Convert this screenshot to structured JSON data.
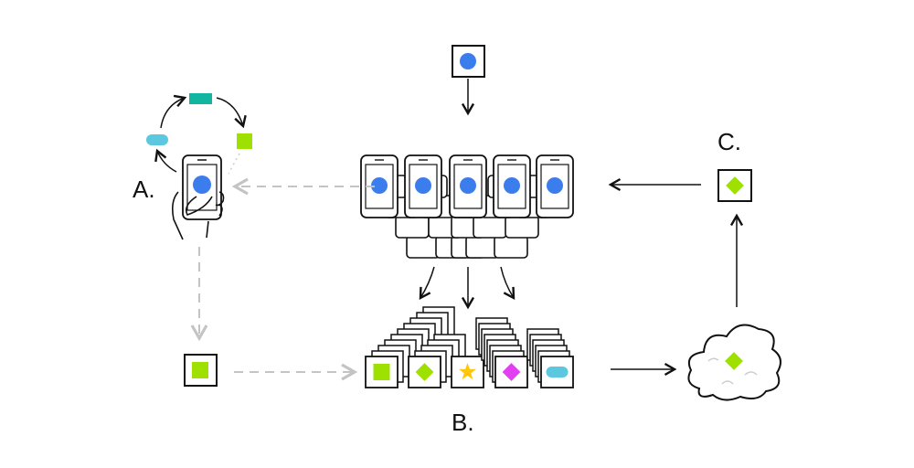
{
  "labels": {
    "a": "A.",
    "b": "B.",
    "c": "C."
  },
  "colors": {
    "blue": "#3b7ded",
    "lime": "#9ee000",
    "teal": "#12b5a0",
    "cyan": "#5cc8e0",
    "yellow": "#ffc60a",
    "magenta": "#e040f0",
    "ink": "#111111",
    "dashed": "#c4c4c4"
  },
  "cycle_shapes": [
    "pill",
    "rectangle",
    "square"
  ],
  "model_shapes": [
    "square",
    "diamond",
    "star",
    "diamond",
    "pill"
  ]
}
